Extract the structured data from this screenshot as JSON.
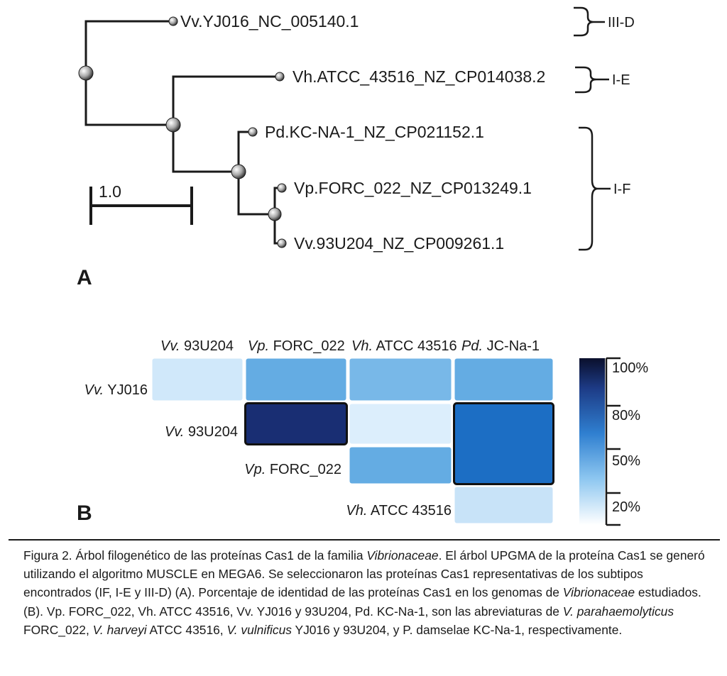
{
  "panel_a": {
    "letter": "A",
    "scale_label": "1.0",
    "leaves": [
      "Vv.YJ016_NC_005140.1",
      "Vh.ATCC_43516_NZ_CP014038.2",
      "Pd.KC-NA-1_NZ_CP021152.1",
      "Vp.FORC_022_NZ_CP013249.1",
      "Vv.93U204_NZ_CP009261.1"
    ],
    "subtypes": [
      "III-D",
      "I-E",
      "I-F"
    ]
  },
  "panel_b": {
    "letter": "B",
    "column_labels": [
      {
        "italic": "Vv.",
        "rest": " 93U204"
      },
      {
        "italic": "Vp.",
        "rest": " FORC_022"
      },
      {
        "italic": "Vh.",
        "rest": " ATCC 43516"
      },
      {
        "italic": "Pd.",
        "rest": " JC-Na-1"
      }
    ],
    "row_labels": [
      {
        "italic": "Vv.",
        "rest": " YJ016"
      },
      {
        "italic": "Vv.",
        "rest": " 93U204"
      },
      {
        "italic": "Vp.",
        "rest": " FORC_022"
      },
      {
        "italic": "Vh.",
        "rest": " ATCC 43516"
      }
    ],
    "identity_percent": [
      [
        23,
        50,
        45,
        50
      ],
      [
        null,
        90,
        20,
        70
      ],
      [
        null,
        null,
        50,
        70
      ],
      [
        null,
        null,
        null,
        25
      ]
    ],
    "colorbar": {
      "ticks": [
        "100%",
        "80%",
        "50%",
        "20%"
      ],
      "low_color": "#ffffff",
      "high_color": "#0a0f2c"
    }
  },
  "caption": {
    "label": "Figura 2.",
    "segments": [
      {
        "t": " Árbol filogenético de las proteínas Cas1 de la familia "
      },
      {
        "t": "Vibrionaceae",
        "i": true
      },
      {
        "t": ". El árbol UPGMA de la proteína Cas1 se generó utilizando el algoritmo MUSCLE en MEGA6. Se seleccionaron las proteínas Cas1 representativas de los subtipos encontrados (IF, I-E y III-D) (A). Porcentaje de identidad de las proteínas Cas1 en los genomas de "
      },
      {
        "t": "Vibrionaceae",
        "i": true
      },
      {
        "t": " estudiados. (B). Vp. FORC_022, Vh. ATCC 43516, Vv. YJ016 y 93U204, Pd. KC-Na-1, son las abreviaturas de "
      },
      {
        "t": "V. parahaemolyticus",
        "i": true
      },
      {
        "t": " FORC_022, "
      },
      {
        "t": "V. harveyi",
        "i": true
      },
      {
        "t": " ATCC 43516, "
      },
      {
        "t": "V. vulnificus",
        "i": true
      },
      {
        "t": " YJ016 y 93U204, y P. damselae KC-Na-1, respectivamente."
      }
    ]
  }
}
